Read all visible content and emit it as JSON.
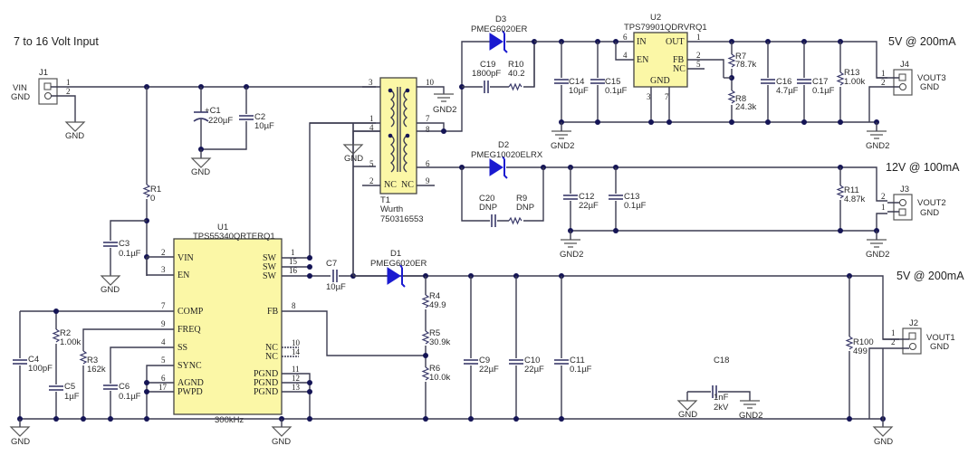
{
  "title": "7 to 16 Volt Input",
  "outputs": {
    "vout3": "5V @ 200mA",
    "vout2": "12V @ 100mA",
    "vout1": "5V @ 200mA"
  },
  "connectors": {
    "J1": {
      "ref": "J1",
      "pins": [
        "VIN",
        "GND"
      ],
      "nums": [
        "1",
        "2"
      ]
    },
    "J4": {
      "ref": "J4",
      "pins": [
        "VOUT3",
        "GND"
      ],
      "nums": [
        "1",
        "2"
      ]
    },
    "J3": {
      "ref": "J3",
      "pins": [
        "VOUT2",
        "GND"
      ],
      "nums": [
        "2",
        "1"
      ]
    },
    "J2": {
      "ref": "J2",
      "pins": [
        "VOUT1",
        "GND"
      ],
      "nums": [
        "1",
        "2"
      ]
    }
  },
  "ground_labels": {
    "gnd": "GND",
    "gnd2": "GND2"
  },
  "u1": {
    "ref": "U1",
    "part": "TPS55340QRTERQ1",
    "note": "300kHz",
    "left_pins": [
      {
        "num": "2",
        "name": "VIN"
      },
      {
        "num": "3",
        "name": "EN"
      },
      {
        "num": "7",
        "name": "COMP"
      },
      {
        "num": "9",
        "name": "FREQ"
      },
      {
        "num": "4",
        "name": "SS"
      },
      {
        "num": "5",
        "name": "SYNC"
      },
      {
        "num": "6",
        "name": "AGND"
      },
      {
        "num": "17",
        "name": "PWPD"
      }
    ],
    "right_pins": [
      {
        "num": "1",
        "name": "SW"
      },
      {
        "num": "15",
        "name": "SW"
      },
      {
        "num": "16",
        "name": "SW"
      },
      {
        "num": "8",
        "name": "FB"
      },
      {
        "num": "10",
        "name": "NC"
      },
      {
        "num": "14",
        "name": "NC"
      },
      {
        "num": "11",
        "name": "PGND"
      },
      {
        "num": "12",
        "name": "PGND"
      },
      {
        "num": "13",
        "name": "PGND"
      }
    ]
  },
  "u2": {
    "ref": "U2",
    "part": "TPS79901QDRVRQ1",
    "pins": [
      {
        "num": "6",
        "name": "IN"
      },
      {
        "num": "4",
        "name": "EN"
      },
      {
        "num": "1",
        "name": "OUT"
      },
      {
        "num": "2",
        "name": "FB"
      },
      {
        "num": "5",
        "name": "NC"
      },
      {
        "num": "3",
        "name": "GND"
      },
      {
        "num": "7",
        "name": ""
      }
    ]
  },
  "t1": {
    "ref": "T1",
    "maker": "Wurth",
    "part": "750316553",
    "pins": {
      "p3": "3",
      "p1": "1",
      "p4": "4",
      "p5": "5",
      "p2": "2",
      "p10": "10",
      "p7": "7",
      "p8": "8",
      "p6": "6",
      "p9": "9"
    },
    "nc": "NC"
  },
  "diodes": {
    "D1": {
      "ref": "D1",
      "part": "PMEG6020ER"
    },
    "D2": {
      "ref": "D2",
      "part": "PMEG10020ELRX"
    },
    "D3": {
      "ref": "D3",
      "part": "PMEG6020ER"
    }
  },
  "capacitors": {
    "C1": {
      "ref": "C1",
      "value": "220µF"
    },
    "C2": {
      "ref": "C2",
      "value": "10µF"
    },
    "C3": {
      "ref": "C3",
      "value": "0.1µF"
    },
    "C4": {
      "ref": "C4",
      "value": "100pF"
    },
    "C5": {
      "ref": "C5",
      "value": "1µF"
    },
    "C6": {
      "ref": "C6",
      "value": "0.1µF"
    },
    "C7": {
      "ref": "C7",
      "value": "10µF"
    },
    "C9": {
      "ref": "C9",
      "value": "22µF"
    },
    "C10": {
      "ref": "C10",
      "value": "22µF"
    },
    "C11": {
      "ref": "C11",
      "value": "0.1µF"
    },
    "C12": {
      "ref": "C12",
      "value": "22µF"
    },
    "C13": {
      "ref": "C13",
      "value": "0.1µF"
    },
    "C14": {
      "ref": "C14",
      "value": "10µF"
    },
    "C15": {
      "ref": "C15",
      "value": "0.1µF"
    },
    "C16": {
      "ref": "C16",
      "value": "4.7µF"
    },
    "C17": {
      "ref": "C17",
      "value": "0.1µF"
    },
    "C18": {
      "ref": "C18",
      "value": "1nF",
      "rating": "2kV"
    },
    "C19": {
      "ref": "C19",
      "value": "1800pF"
    },
    "C20": {
      "ref": "C20",
      "value": "DNP"
    }
  },
  "resistors": {
    "R1": {
      "ref": "R1",
      "value": "0"
    },
    "R2": {
      "ref": "R2",
      "value": "1.00k"
    },
    "R3": {
      "ref": "R3",
      "value": "162k"
    },
    "R4": {
      "ref": "R4",
      "value": "49.9"
    },
    "R5": {
      "ref": "R5",
      "value": "30.9k"
    },
    "R6": {
      "ref": "R6",
      "value": "10.0k"
    },
    "R7": {
      "ref": "R7",
      "value": "78.7k"
    },
    "R8": {
      "ref": "R8",
      "value": "24.3k"
    },
    "R9": {
      "ref": "R9",
      "value": "DNP"
    },
    "R10": {
      "ref": "R10",
      "value": "40.2"
    },
    "R11": {
      "ref": "R11",
      "value": "4.87k"
    },
    "R13": {
      "ref": "R13",
      "value": "1.00k"
    },
    "R100": {
      "ref": "R100",
      "value": "499"
    }
  },
  "colors": {
    "chip_fill": "#fbf7a6",
    "diode": "#1a1ad0",
    "junction": "#141455",
    "wire": "#3c3c50"
  }
}
